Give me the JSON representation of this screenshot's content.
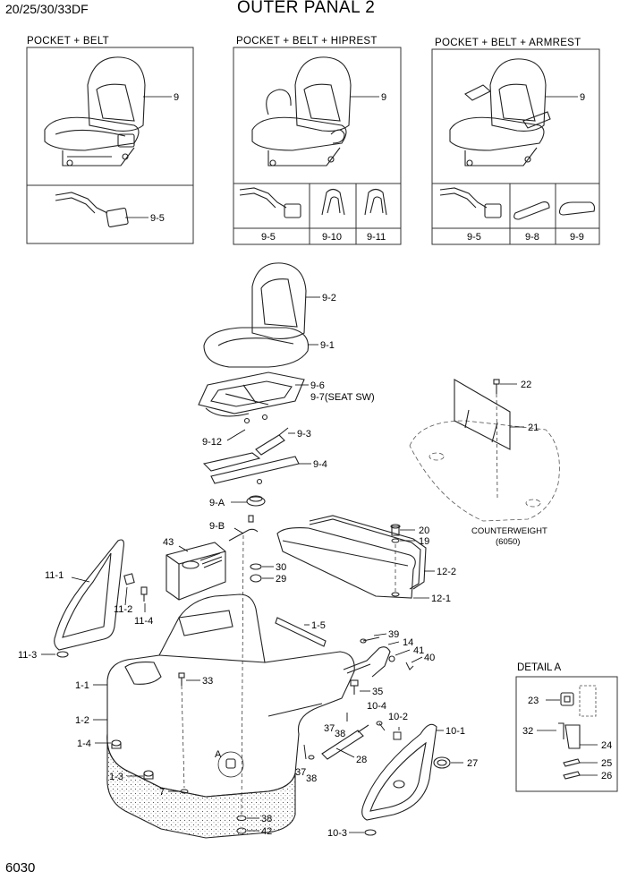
{
  "header": {
    "model": "20/25/30/33DF",
    "title": "OUTER PANAL 2",
    "page_number": "6030"
  },
  "options": [
    {
      "title": "POCKET + BELT",
      "seat_callout": "9",
      "parts": [
        {
          "label": "9-5"
        }
      ]
    },
    {
      "title": "POCKET + BELT + HIPREST",
      "seat_callout": "9",
      "parts": [
        {
          "label": "9-5"
        },
        {
          "label": "9-10"
        },
        {
          "label": "9-11"
        }
      ]
    },
    {
      "title": "POCKET + BELT + ARMREST",
      "seat_callout": "9",
      "parts": [
        {
          "label": "9-5"
        },
        {
          "label": "9-8"
        },
        {
          "label": "9-9"
        }
      ]
    }
  ],
  "callouts": {
    "c9_2": "9-2",
    "c9_1": "9-1",
    "c9_6": "9-6",
    "c9_7": "9-7(SEAT SW)",
    "c9_12": "9-12",
    "c9_3": "9-3",
    "c9_4": "9-4",
    "c9_A": "9-A",
    "c9_B": "9-B",
    "c43": "43",
    "c30": "30",
    "c29": "29",
    "c20": "20",
    "c19": "19",
    "c12_2": "12-2",
    "c12_1": "12-1",
    "c11_1": "11-1",
    "c11_2": "11-2",
    "c11_4": "11-4",
    "c11_3": "11-3",
    "c1_5": "1-5",
    "c39": "39",
    "c14": "14",
    "c41": "41",
    "c40": "40",
    "c33": "33",
    "c1_1": "1-1",
    "c1_2": "1-2",
    "c1_4": "1-4",
    "c1_3": "1-3",
    "c7": "7",
    "cA": "A",
    "c35": "35",
    "c10_4": "10-4",
    "c10_2": "10-2",
    "c37a": "37",
    "c38a": "38",
    "c28": "28",
    "c37b": "37",
    "c38b": "38",
    "c10_1": "10-1",
    "c27": "27",
    "c38c": "38",
    "c42": "42",
    "c10_3": "10-3",
    "c22": "22",
    "c21": "21"
  },
  "counterweight": {
    "label": "COUNTERWEIGHT",
    "ref": "(6050)"
  },
  "detail": {
    "title": "DETAIL A",
    "c23": "23",
    "c32": "32",
    "c24": "24",
    "c25": "25",
    "c26": "26"
  }
}
